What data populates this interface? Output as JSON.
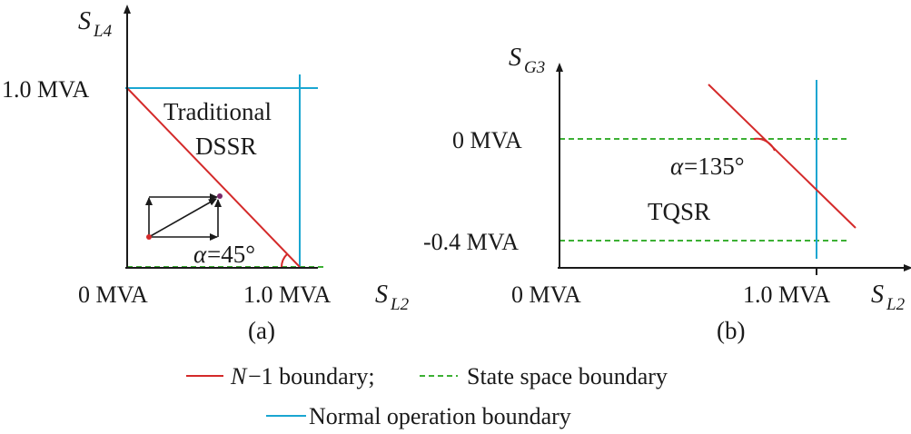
{
  "panel_a": {
    "y_axis_main": "S",
    "y_axis_sub": "L4",
    "x_axis_main": "S",
    "x_axis_sub": "L2",
    "y_tick": "1.0 MVA",
    "x_tick_origin": "0 MVA",
    "x_tick": "1.0 MVA",
    "region_label_line1": "Traditional",
    "region_label_line2": "DSSR",
    "angle_symbol": "α",
    "angle_value": "=45°",
    "caption": "(a)"
  },
  "panel_b": {
    "y_axis_main": "S",
    "y_axis_sub": "G3",
    "x_axis_main": "S",
    "x_axis_sub": "L2",
    "y_tick_top": "0 MVA",
    "y_tick_bottom": "-0.4 MVA",
    "x_tick_origin": "0 MVA",
    "x_tick": "1.0 MVA",
    "region_label": "TQSR",
    "angle_symbol": "α",
    "angle_value": "=135°",
    "caption": "(b)"
  },
  "legend": {
    "n1_symbol": "N",
    "n1_rest": "−1 boundary;",
    "state_space": "State space boundary",
    "normal": "Normal operation boundary"
  },
  "colors": {
    "n1_boundary": "#d42a2a",
    "state_space_boundary": "#3cb034",
    "normal_operation_boundary": "#1aa6d1",
    "axis": "#1a1a1a"
  }
}
